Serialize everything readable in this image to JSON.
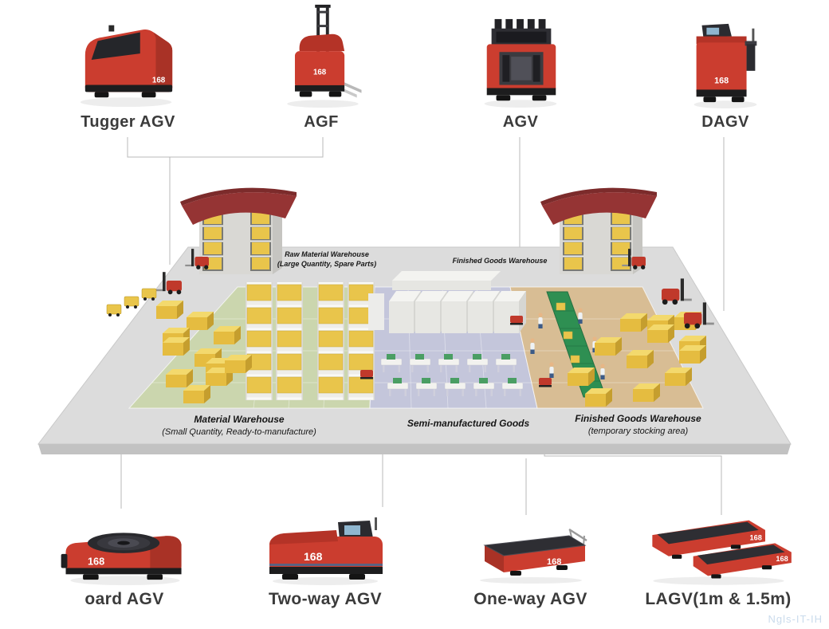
{
  "brand": "168",
  "top_products": [
    {
      "id": "tugger-agv",
      "label": "Tugger AGV"
    },
    {
      "id": "agf",
      "label": "AGF"
    },
    {
      "id": "agv",
      "label": "AGV"
    },
    {
      "id": "dagv",
      "label": "DAGV"
    }
  ],
  "bottom_products": [
    {
      "id": "board-agv",
      "label": "oard AGV"
    },
    {
      "id": "two-way-agv",
      "label": "Two-way AGV"
    },
    {
      "id": "one-way-agv",
      "label": "One-way AGV"
    },
    {
      "id": "lagv",
      "label": "LAGV(1m & 1.5m)"
    }
  ],
  "diagram": {
    "raw_title": "Raw Material Warehouse",
    "raw_sub": "(Large Quantity, Spare Parts)",
    "finished_top": "Finished Goods Warehouse",
    "material_title": "Material Warehouse",
    "material_sub": "(Small Quantity, Ready-to-manufacture)",
    "semi": "Semi-manufactured Goods",
    "finished_temp_title": "Finished Goods Warehouse",
    "finished_temp_sub": "(temporary stocking area)"
  },
  "watermark": "Ngls-IT-IH",
  "colors": {
    "accent_red": "#cb3d2f",
    "roof_red": "#953434",
    "zone_green": "#cbd6ae",
    "zone_lavender": "#c4c6db",
    "zone_tan": "#d8bd94",
    "conveyor_green": "#2e8f52",
    "pallet_yellow": "#e9c54b"
  }
}
